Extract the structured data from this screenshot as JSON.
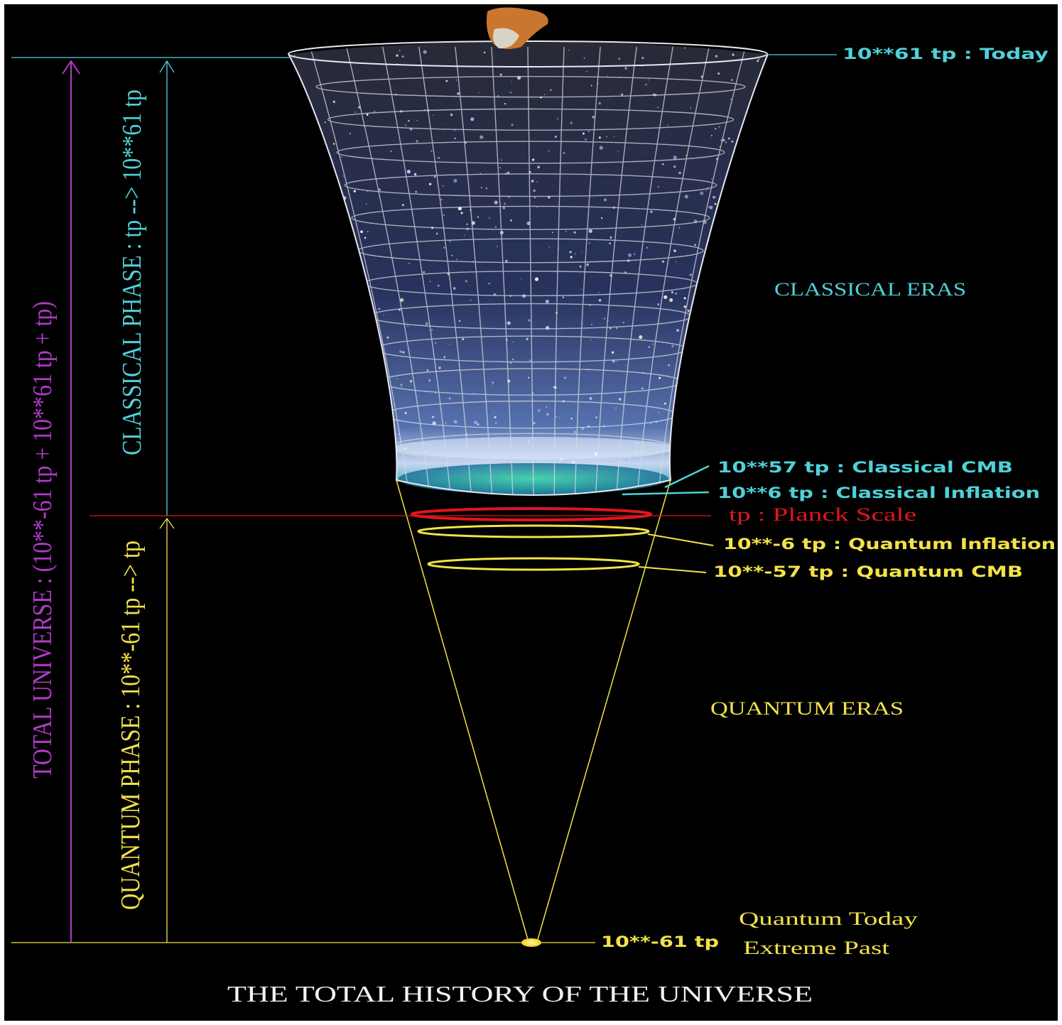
{
  "title": "THE TOTAL HISTORY OF THE UNIVERSE",
  "colors": {
    "background": "#000000",
    "classical": "#4fd1d9",
    "quantum": "#f2e24a",
    "planck": "#e0151e",
    "total": "#b23ac8",
    "title": "#f2f2f2"
  },
  "left_labels": {
    "total_universe": "TOTAL UNIVERSE : (10**-61 tp + 10**61 tp + tp)",
    "classical_phase": "CLASSICAL PHASE : tp --> 10**61 tp",
    "quantum_phase": "QUANTUM PHASE : 10**-61 tp --> tp"
  },
  "eras": {
    "classical": "CLASSICAL ERAS",
    "quantum": "QUANTUM ERAS"
  },
  "markers": {
    "today": "10**61 tp : Today",
    "classical_cmb": "10**57 tp : Classical CMB",
    "classical_inflation": "10**6 tp : Classical Inflation",
    "planck_scale": "tp : Planck Scale",
    "quantum_inflation": "10**-6 tp : Quantum Inflation",
    "quantum_cmb": "10**-57 tp : Quantum CMB",
    "extreme_past_time": "10**-61 tp",
    "quantum_today": "Quantum Today",
    "extreme_past": "Extreme Past"
  }
}
